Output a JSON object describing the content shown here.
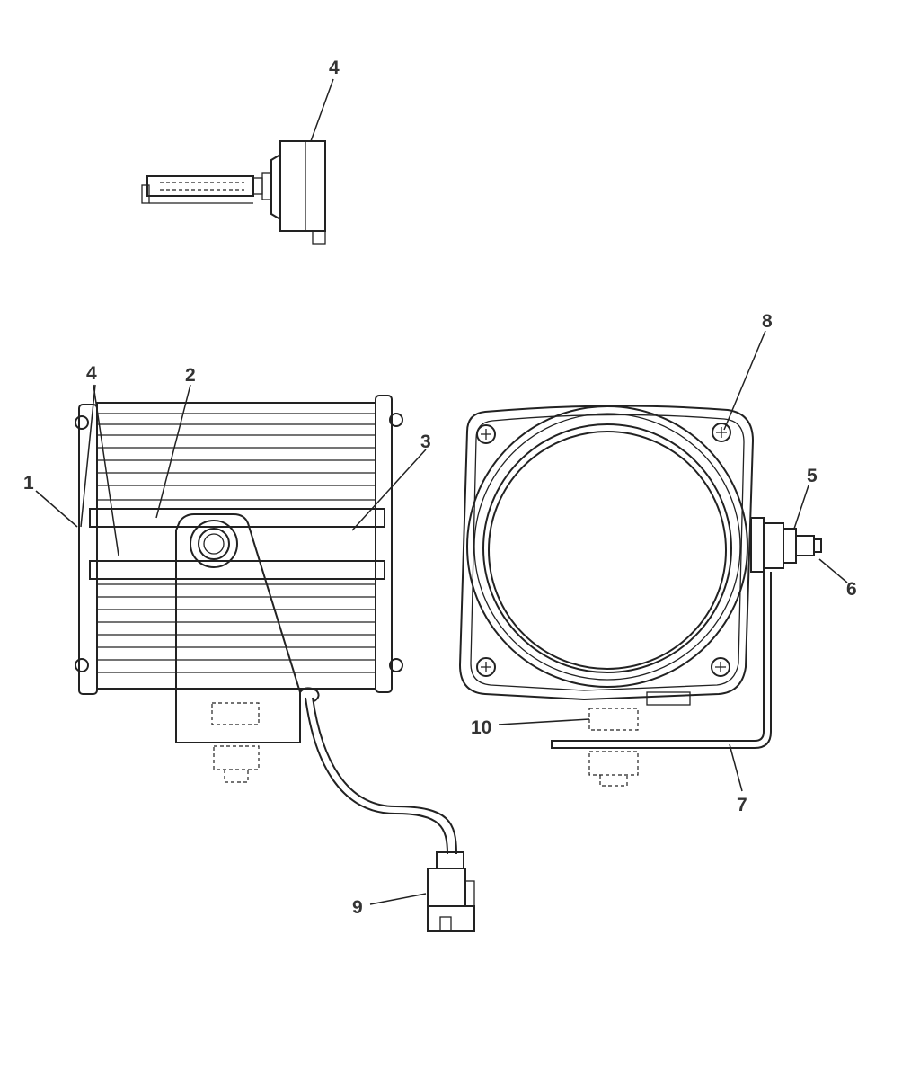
{
  "callouts": {
    "bulb": "4",
    "side_lens": "1",
    "side_band_left": "4",
    "side_band_top": "2",
    "side_band_right": "3",
    "corner_screw": "8",
    "nut": "5",
    "stud": "6",
    "bracket": "7",
    "connector": "9",
    "bolt": "10"
  },
  "colors": {
    "line": "#222222",
    "label": "#333333",
    "background": "#ffffff"
  }
}
